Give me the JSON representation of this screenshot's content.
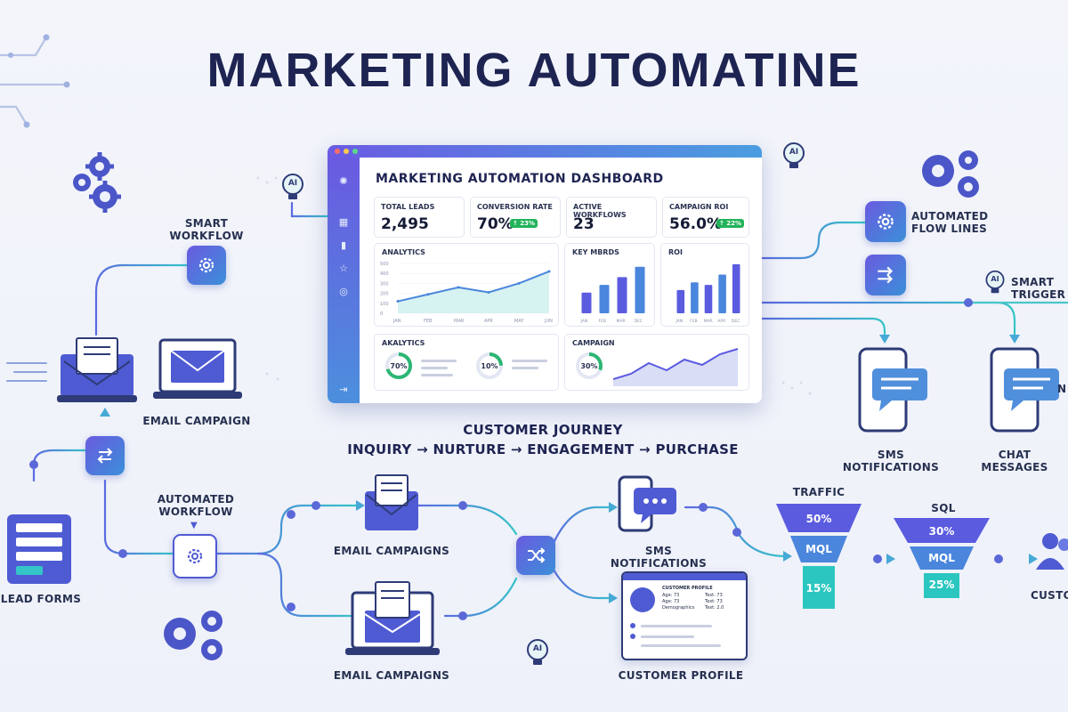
{
  "title": "MARKETING AUTOMATINE",
  "dashboard": {
    "title": "MARKETING AUTOMATION DASHBOARD",
    "kpis": [
      {
        "label": "TOTAL LEADS",
        "value": "2,495",
        "badge": ""
      },
      {
        "label": "CONVERSION RATE",
        "value": "70%",
        "badge": "↑ 23%"
      },
      {
        "label": "ACTIVE WORKFLOWS",
        "value": "23",
        "badge": ""
      },
      {
        "label": "CAMPAIGN ROI",
        "value": "56.0%",
        "badge": "↑ 22%"
      }
    ],
    "analytics_title": "ANALYTICS",
    "key_metrics_title": "KEY MBRDS",
    "roi_title": "ROI",
    "analytics2_title": "AKALYTICS",
    "campaign_title": "CAMPAIGN",
    "donut1": "70%",
    "donut2": "10%",
    "donut3": "30%",
    "analytics_x": [
      "JAN",
      "FEB",
      "MAR",
      "APR",
      "MAY",
      "JUN"
    ],
    "analytics_y": [
      "500",
      "400",
      "300",
      "200",
      "100",
      "0"
    ],
    "bars_x": [
      "JAN",
      "FEB",
      "MAR",
      "DEC"
    ],
    "roi_x": [
      "JAN",
      "FEB",
      "MAR",
      "APR",
      "DEC"
    ]
  },
  "chart_data": [
    {
      "type": "line",
      "title": "ANALYTICS",
      "categories": [
        "JAN",
        "FEB",
        "MAR",
        "APR",
        "MAY",
        "JUN"
      ],
      "values": [
        120,
        190,
        260,
        210,
        300,
        420
      ],
      "ylim": [
        0,
        500
      ]
    },
    {
      "type": "bar",
      "title": "KEY MBRDS",
      "categories": [
        "JAN",
        "FEB",
        "MAR",
        "DEC"
      ],
      "values": [
        40,
        55,
        70,
        90
      ],
      "ylim": [
        0,
        100
      ]
    },
    {
      "type": "bar",
      "title": "ROI",
      "categories": [
        "JAN",
        "FEB",
        "MAR",
        "APR",
        "DEC"
      ],
      "values": [
        45,
        60,
        55,
        75,
        95
      ],
      "ylim": [
        0,
        100
      ]
    }
  ],
  "labels": {
    "smart_workflow": "SMART\nWORKFLOW",
    "email_campaign": "EMAIL CAMPAIGN",
    "automated_workflow": "AUTOMATED\nWORKFLOW",
    "lead_forms": "LEAD FORMS",
    "email_campaigns_1": "EMAIL CAMPAIGNS",
    "email_campaigns_2": "EMAIL CAMPAIGNS",
    "sms_notifications_mid": "SMS NOTIFICATIONS",
    "customer_profile": "CUSTOMER PROFILE",
    "automated_flow_lines": "AUTOMATED\nFLOW LINES",
    "smart_trigger": "SMART\nTRIGGER",
    "sms_notifications_right": "SMS\nNOTIFICATIONS",
    "chat_messages": "CHAT\nMESSAGES",
    "traffic": "TRAFFIC",
    "sql": "SQL",
    "custo": "CUSTO",
    "ai": "AI",
    "n_cut": "N"
  },
  "journey": {
    "title": "CUSTOMER JOURNEY",
    "steps": "INQUIRY → NURTURE → ENGAGEMENT → PURCHASE"
  },
  "funnel1": {
    "top": "50%",
    "mid": "MQL",
    "bottom": "15%"
  },
  "funnel2": {
    "top": "30%",
    "mid": "MQL",
    "bottom": "25%"
  },
  "profile_card": {
    "title": "CUSTOMER PROFILE",
    "row1": "Age: 73",
    "row2": "Age: 73",
    "row3": "Demographics",
    "val1": "Text: 73",
    "val2": "Text: 73",
    "val3": "Text: 2.0"
  },
  "colors": {
    "accent": "#5b5be0",
    "teal": "#2bc6c0",
    "navy": "#1e2452",
    "green": "#22b35a"
  }
}
